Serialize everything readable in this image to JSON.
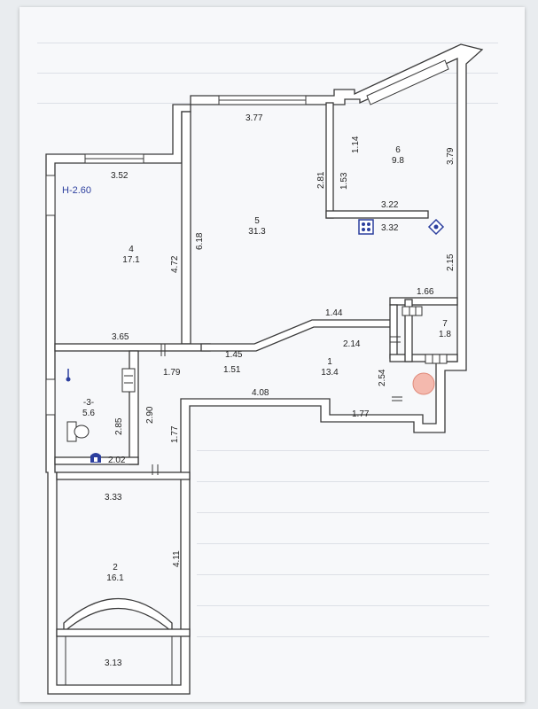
{
  "plan": {
    "ceiling_height": "H-2.60",
    "rooms": [
      {
        "id": "room-1",
        "number": "1",
        "area": "13.4"
      },
      {
        "id": "room-2",
        "number": "2",
        "area": "16.1"
      },
      {
        "id": "room-3",
        "number": "-3-",
        "area": "5.6"
      },
      {
        "id": "room-4",
        "number": "4",
        "area": "17.1"
      },
      {
        "id": "room-5",
        "number": "5",
        "area": "31.3"
      },
      {
        "id": "room-6",
        "number": "6",
        "area": "9.8"
      },
      {
        "id": "room-7",
        "number": "7",
        "area": "1.8"
      }
    ],
    "dims": {
      "d_3_77": "3.77",
      "d_3_52": "3.52",
      "d_1_14": "1.14",
      "d_3_79": "3.79",
      "d_2_81": "2.81",
      "d_1_53": "1.53",
      "d_3_22": "3.22",
      "d_3_32": "3.32",
      "d_6_18": "6.18",
      "d_4_72": "4.72",
      "d_2_15": "2.15",
      "d_1_66": "1.66",
      "d_1_44": "1.44",
      "d_3_65": "3.65",
      "d_1_45": "1.45",
      "d_2_14": "2.14",
      "d_1_79": "1.79",
      "d_1_51": "1.51",
      "d_2_54": "2.54",
      "d_4_08": "4.08",
      "d_2_85": "2.85",
      "d_2_90": "2.90",
      "d_1_77a": "1.77",
      "d_1_77b": "1.77",
      "d_2_02": "2.02",
      "d_3_33": "3.33",
      "d_4_11": "4.11",
      "d_3_13": "3.13"
    }
  }
}
